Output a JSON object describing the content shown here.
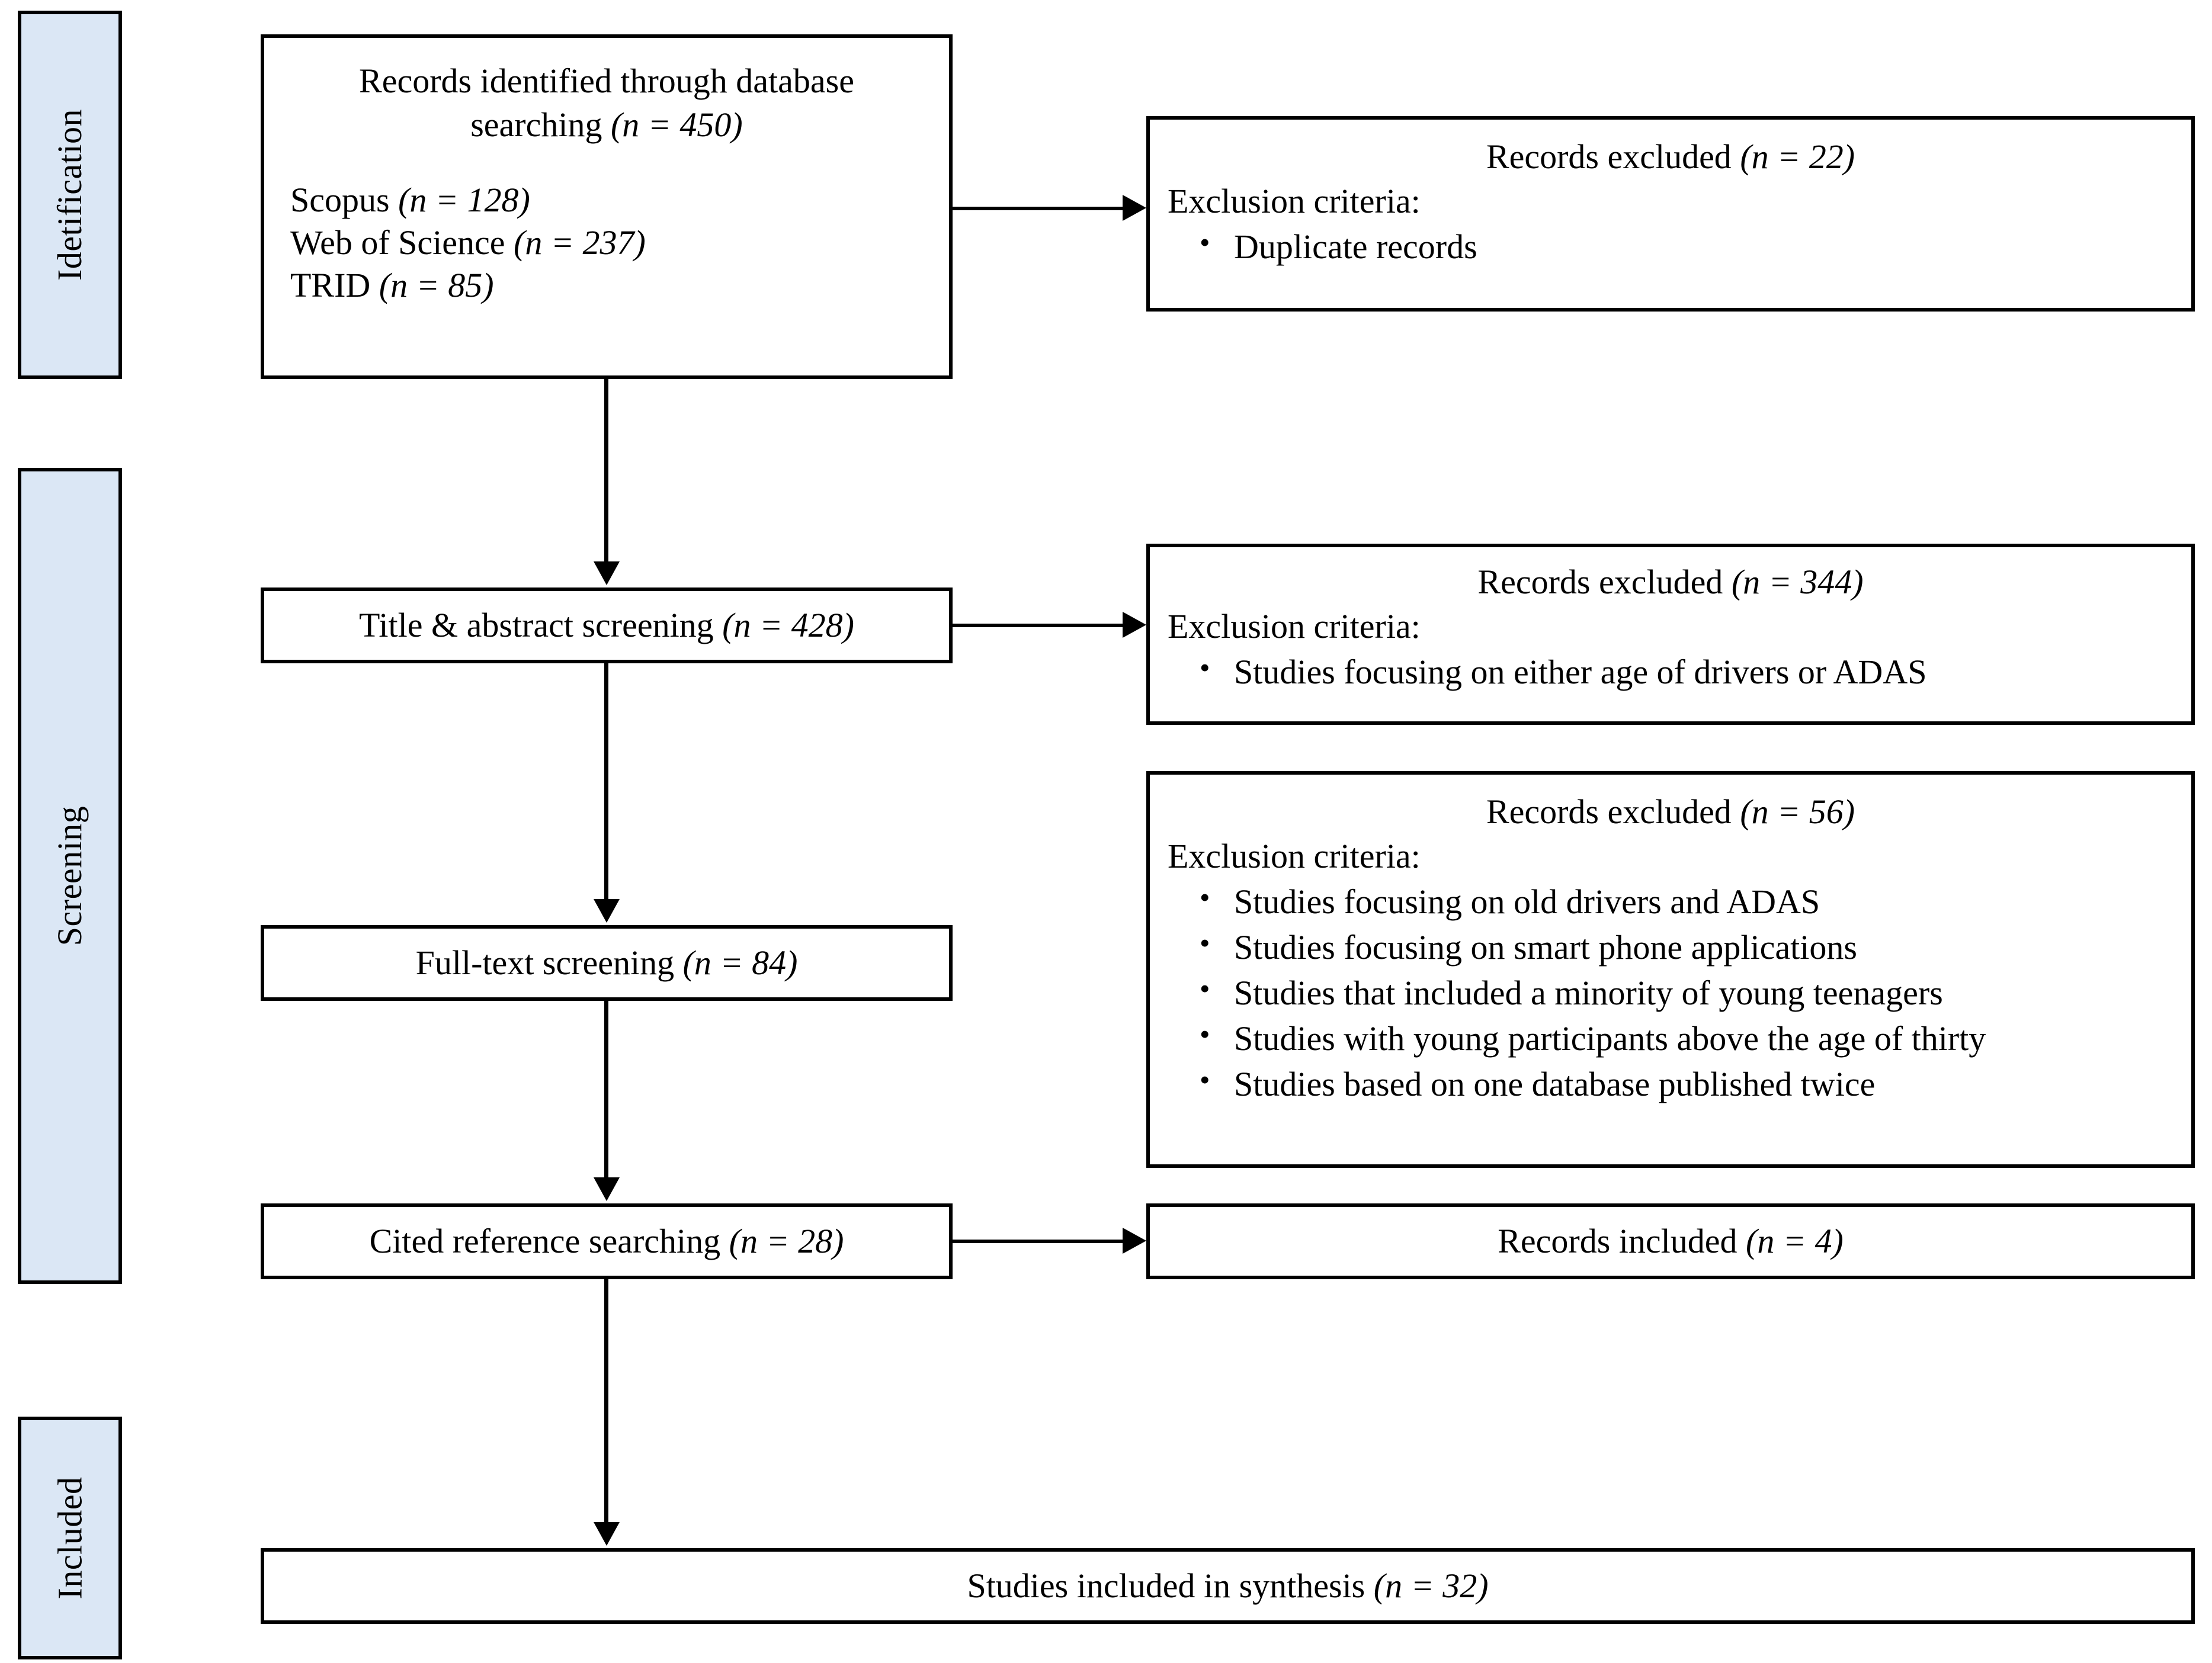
{
  "diagram": {
    "title": "PRISMA study selection flow diagram",
    "accent_band_color": "#dbe7f5",
    "line_color": "#000000",
    "stages": [
      {
        "id": "identification",
        "label": "Idetification"
      },
      {
        "id": "screening",
        "label": "Screening"
      },
      {
        "id": "included",
        "label": "Included"
      }
    ],
    "nodes": {
      "identified": {
        "heading_line1": "Records identified through database",
        "heading_line2_text": "searching",
        "heading_line2_count": "(n = 450)",
        "sources": [
          {
            "name": "Scopus",
            "count": "(n = 128)"
          },
          {
            "name": "Web of Science",
            "count": "(n = 237)"
          },
          {
            "name": "TRID",
            "count": "(n = 85)"
          }
        ]
      },
      "excluded_duplicates": {
        "heading_text": "Records excluded",
        "heading_count": "(n = 22)",
        "criteria_label": "Exclusion criteria:",
        "bullets": [
          "Duplicate records"
        ]
      },
      "title_abstract": {
        "text": "Title & abstract screening",
        "count": "(n = 428)"
      },
      "excluded_title_abstract": {
        "heading_text": "Records excluded",
        "heading_count": "(n = 344)",
        "criteria_label": "Exclusion criteria:",
        "bullets": [
          "Studies focusing on either age of drivers or ADAS"
        ]
      },
      "excluded_fulltext": {
        "heading_text": "Records excluded",
        "heading_count": "(n = 56)",
        "criteria_label": "Exclusion criteria:",
        "bullets": [
          "Studies focusing on old drivers and ADAS",
          "Studies focusing on smart phone applications",
          "Studies that included a minority of young teenagers",
          "Studies with young participants above the age of thirty",
          "Studies based on one database published twice"
        ]
      },
      "fulltext": {
        "text": "Full-text screening",
        "count": "(n = 84)"
      },
      "cited_reference": {
        "text": "Cited reference searching",
        "count": "(n = 28)"
      },
      "records_included": {
        "text": "Records included",
        "count": "(n = 4)"
      },
      "synthesis": {
        "text": "Studies included in synthesis",
        "count": "(n = 32)"
      }
    }
  }
}
